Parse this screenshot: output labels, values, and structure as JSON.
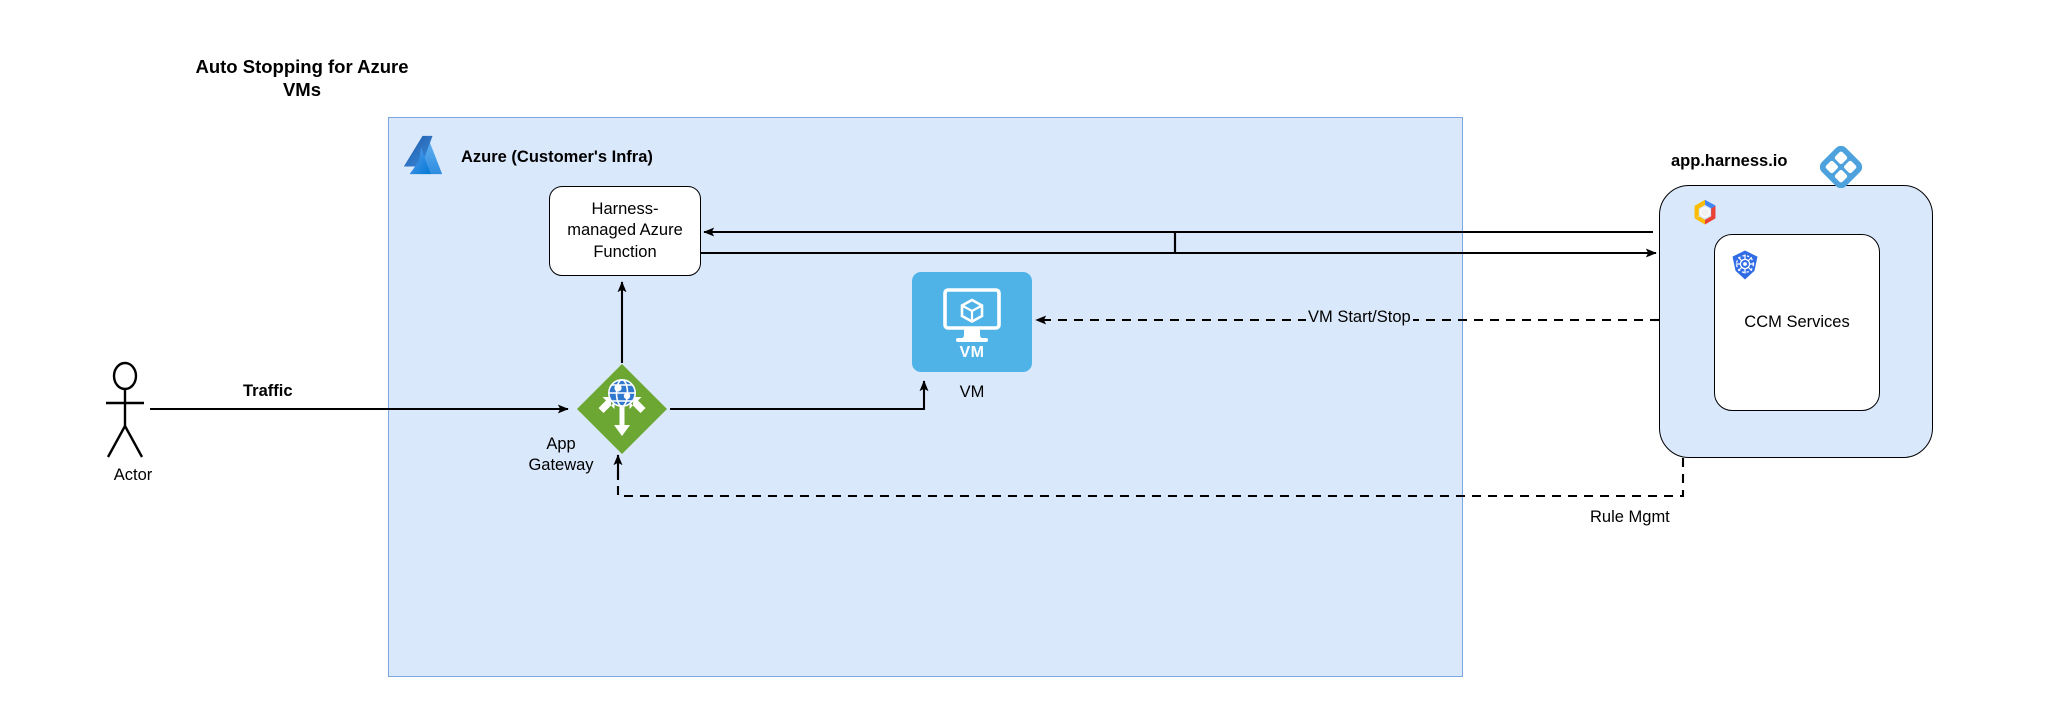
{
  "title": {
    "line1": "Auto Stopping for Azure",
    "line2": "VMs",
    "full": "Auto Stopping for Azure VMs"
  },
  "azure_container": {
    "label": "Azure (Customer's Infra)",
    "icon": "azure-logo",
    "fill_color": "#dae8fc",
    "border_color": "#7ea6e0"
  },
  "nodes": {
    "actor": {
      "label": "Actor",
      "icon": "actor-stick-figure-icon"
    },
    "app_gateway": {
      "label_line1": "App",
      "label_line2": "Gateway",
      "label": "App Gateway",
      "icon": "azure-application-gateway-icon",
      "icon_color": "#6DA733"
    },
    "harness_function": {
      "label_line1": "Harness-",
      "label_line2": "managed Azure",
      "label_line3": "Function",
      "label": "Harness-managed Azure Function"
    },
    "vm": {
      "icon_text": "VM",
      "label": "VM",
      "icon": "azure-virtual-machine-icon",
      "icon_color": "#4FB3E8"
    },
    "harness_cloud": {
      "label": "app.harness.io",
      "icon": "harness-logo",
      "icon_color": "#4DA2DD",
      "cloud_icon": "gcp-logo"
    },
    "ccm_services": {
      "label": "CCM Services",
      "icon": "kubernetes-logo",
      "icon_color": "#326CE5"
    }
  },
  "edges": [
    {
      "name": "actor-to-app-gateway",
      "label": "Traffic",
      "style": "solid",
      "bold_label": true
    },
    {
      "name": "app-gateway-to-vm",
      "label": "",
      "style": "solid"
    },
    {
      "name": "app-gateway-to-harness-function",
      "label": "",
      "style": "solid"
    },
    {
      "name": "harness-function-to-harness-cloud",
      "label": "",
      "style": "solid"
    },
    {
      "name": "harness-cloud-to-harness-function",
      "label": "",
      "style": "solid"
    },
    {
      "name": "ccm-to-vm",
      "label": "VM Start/Stop",
      "style": "dashed"
    },
    {
      "name": "harness-cloud-to-app-gateway",
      "label": "Rule Mgmt",
      "style": "dashed"
    }
  ],
  "edge_labels": {
    "traffic": "Traffic",
    "vm_start_stop": "VM Start/Stop",
    "rule_mgmt": "Rule Mgmt"
  }
}
